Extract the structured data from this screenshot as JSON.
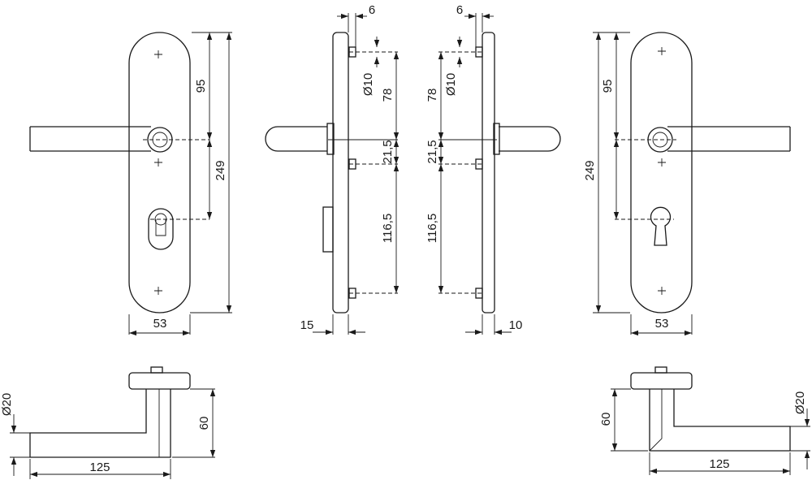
{
  "dimensions": {
    "front_left": {
      "height": "249",
      "handle_to_top": "95",
      "width": "53"
    },
    "side_left": {
      "top_offset": "6",
      "pin_diameter": "Ø10",
      "dist_78": "78",
      "dist_21_5": "21,5",
      "dist_116_5": "116,5",
      "thickness": "15"
    },
    "side_right": {
      "top_offset": "6",
      "pin_diameter": "Ø10",
      "dist_78": "78",
      "dist_21_5": "21,5",
      "dist_116_5": "116,5",
      "thickness": "10"
    },
    "front_right": {
      "height": "249",
      "handle_to_top": "95",
      "width": "53"
    },
    "top_left": {
      "rose_diameter": "Ø20",
      "projection": "60",
      "lever_length": "125"
    },
    "top_right": {
      "rose_diameter": "Ø20",
      "projection": "60",
      "lever_length": "125"
    }
  },
  "colors": {
    "line": "#1a1a1a",
    "background": "#ffffff"
  }
}
